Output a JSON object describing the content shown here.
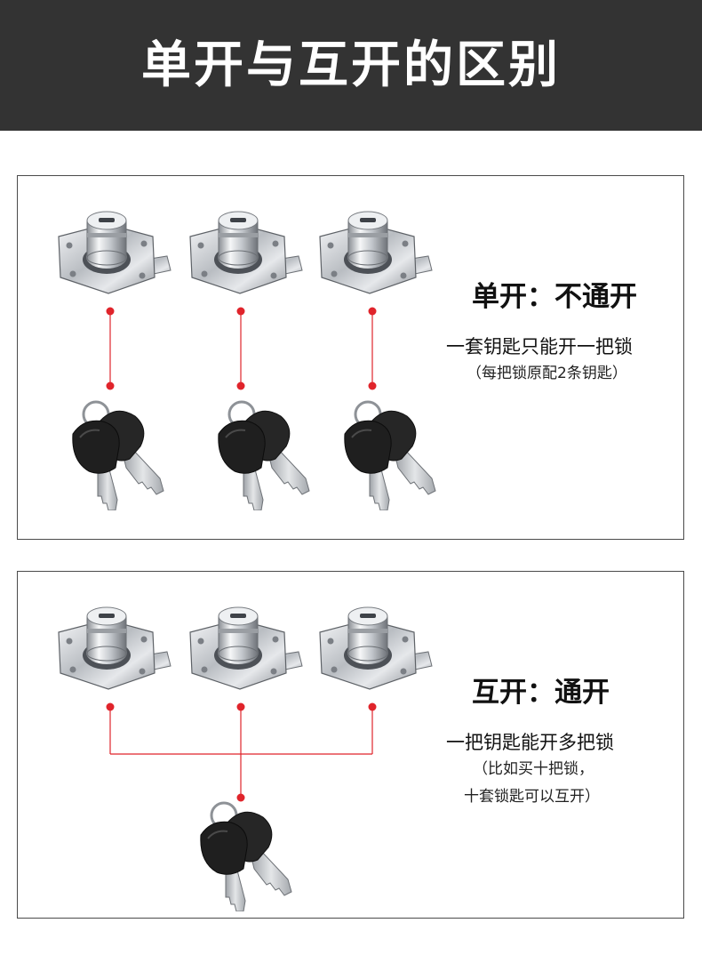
{
  "banner": {
    "title": "单开与互开的区别"
  },
  "colors": {
    "banner_bg": "#333333",
    "connector_red": "#e0242b",
    "key_head": "#1f1f1f",
    "metal": "#c9ccd0"
  },
  "single_open": {
    "heading": "单开：不通开",
    "description": "一套钥匙只能开一把锁",
    "note": "（每把锁原配2条钥匙）",
    "images": [
      "lock-icon",
      "lock-icon",
      "lock-icon",
      "key-pair-icon",
      "key-pair-icon",
      "key-pair-icon"
    ]
  },
  "mutual_open": {
    "heading": "互开：通开",
    "description": "一把钥匙能开多把锁",
    "note_line1": "（比如买十把锁，",
    "note_line2": "十套锁匙可以互开）",
    "images": [
      "lock-icon",
      "lock-icon",
      "lock-icon",
      "key-pair-icon"
    ]
  }
}
